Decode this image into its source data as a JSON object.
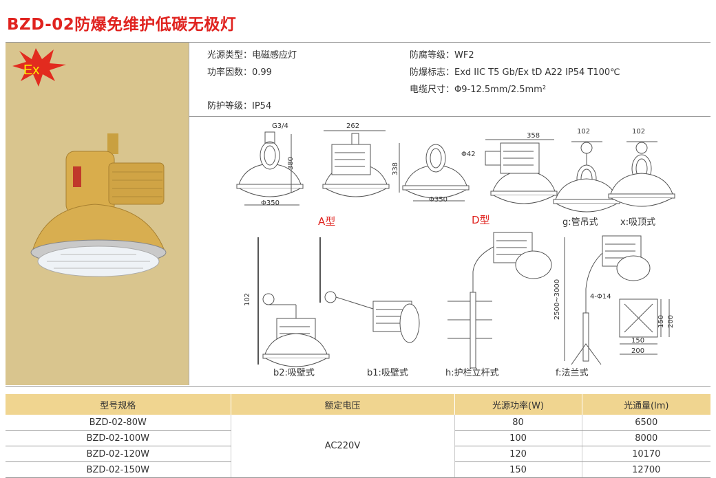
{
  "title": "BZD-02防爆免维护低碳无极灯",
  "badge": "Ex",
  "specs": {
    "light_source": "光源类型：电磁感应灯",
    "power_factor": "功率因数：0.99",
    "protection": "防护等级：IP54",
    "anticorrosion": "防腐等级：WF2",
    "explosion_mark": "防爆标志：Exd IIC T5 Gb/Ex tD A22 IP54 T100℃",
    "cable_size": "电缆尺寸：Φ9-12.5mm/2.5mm²"
  },
  "drawings": {
    "type_a": "A型",
    "type_d": "D型",
    "g": "g:管吊式",
    "x": "x:吸顶式",
    "b2": "b2:吸壁式",
    "b1": "b1:吸壁式",
    "h": "h:护栏立杆式",
    "f": "f:法兰式",
    "dims": {
      "g34": "G3/4",
      "h380": "380",
      "d350a": "Φ350",
      "w262": "262",
      "h338": "338",
      "d350d": "Φ350",
      "d42": "Φ42",
      "w358": "358",
      "g102": "102",
      "x102": "102",
      "b102": "102",
      "pole": "2500~3000",
      "holes": "4-Φ14",
      "v150": "150",
      "v200": "200",
      "h150": "150",
      "h200": "200"
    }
  },
  "table": {
    "headers": [
      "型号规格",
      "额定电压",
      "光源功率(W)",
      "光通量(lm)"
    ],
    "voltage": "AC220V",
    "rows": [
      {
        "model": "BZD-02-80W",
        "power": "80",
        "flux": "6500"
      },
      {
        "model": "BZD-02-100W",
        "power": "100",
        "flux": "8000"
      },
      {
        "model": "BZD-02-120W",
        "power": "120",
        "flux": "10170"
      },
      {
        "model": "BZD-02-150W",
        "power": "150",
        "flux": "12700"
      }
    ]
  },
  "colors": {
    "title": "#e0231f",
    "panel": "#d9c58e",
    "table_header": "#f0d590",
    "lamp": "#d4a94a"
  }
}
